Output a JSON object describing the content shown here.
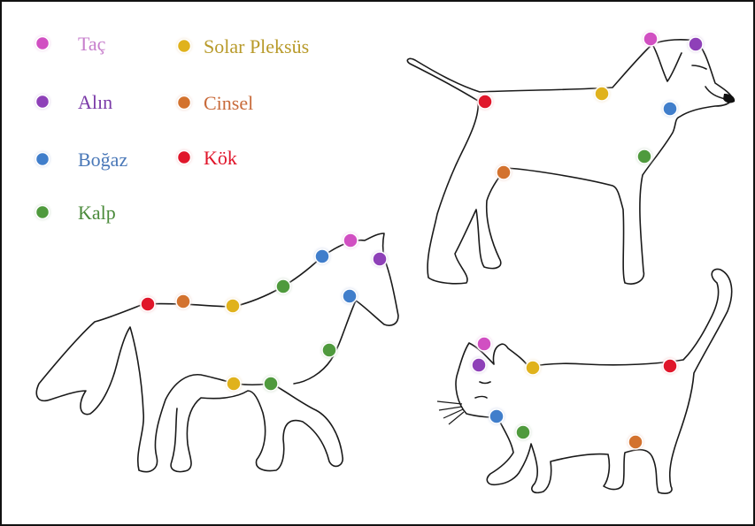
{
  "legend": [
    {
      "key": "tac",
      "label": "Taç",
      "color": "#d14fc2"
    },
    {
      "key": "alin",
      "label": "Alın",
      "color": "#8e3fb8"
    },
    {
      "key": "bogaz",
      "label": "Boğaz",
      "color": "#3f7ecb"
    },
    {
      "key": "kalp",
      "label": "Kalp",
      "color": "#4f9a3c"
    },
    {
      "key": "solar",
      "label": "Solar Pleksüs",
      "color": "#e0b21e"
    },
    {
      "key": "cinsel",
      "label": "Cinsel",
      "color": "#d3722d"
    },
    {
      "key": "kok",
      "label": "Kök",
      "color": "#e0152a"
    }
  ],
  "text_colors": {
    "tac": "#c77fcc",
    "alin": "#7a3aa8",
    "bogaz": "#4a78b8",
    "kalp": "#4a8a3a",
    "solar": "#b89a2a",
    "cinsel": "#c86a3a",
    "kok": "#e0152a"
  },
  "animals": [
    {
      "name": "dog",
      "points": [
        "tac",
        "alin",
        "bogaz",
        "kalp",
        "solar",
        "cinsel",
        "kok"
      ]
    },
    {
      "name": "horse",
      "points": [
        "tac",
        "alin",
        "bogaz",
        "bogaz",
        "kalp",
        "kalp",
        "kalp",
        "solar",
        "solar",
        "cinsel",
        "kok"
      ]
    },
    {
      "name": "cat",
      "points": [
        "tac",
        "alin",
        "bogaz",
        "kalp",
        "solar",
        "cinsel",
        "kok"
      ]
    }
  ]
}
